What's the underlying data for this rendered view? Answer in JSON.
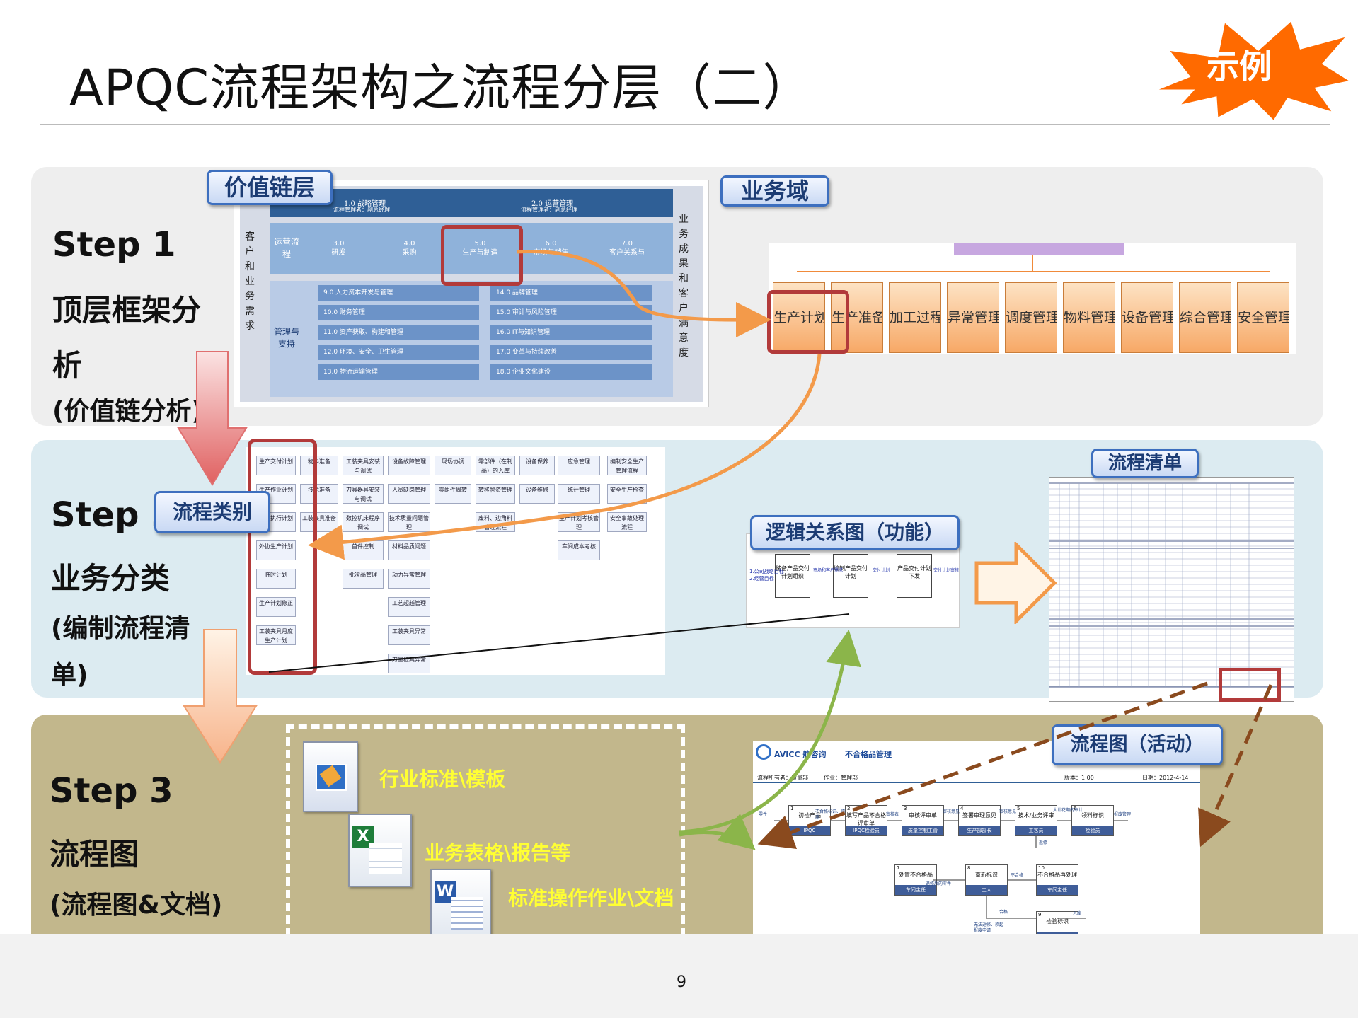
{
  "slide": {
    "title": "APQC流程架构之流程分层（二）",
    "badge": "示例",
    "page_number": "9",
    "colors": {
      "badge_fill": "#ff6a00",
      "band1": "#eeeeee",
      "band2": "#dcebf1",
      "band3": "#c2b78c",
      "arrow_orange": "#f39a4a",
      "arrow_green": "#8bb54a",
      "highlight_red": "#b23a3a"
    }
  },
  "steps": [
    {
      "heading": "Step 1",
      "sub": "顶层框架分析",
      "note": "(价值链分析)"
    },
    {
      "heading": "Step 2",
      "sub": "业务分类",
      "note": "(编制流程清单)"
    },
    {
      "heading": "Step 3",
      "sub": "流程图",
      "note": "(流程图&文档)"
    }
  ],
  "tags": {
    "value_chain": "价值链层",
    "business_domain": "业务域",
    "process_category": "流程类别",
    "logic_diagram": "逻辑关系图（功能）",
    "process_list": "流程清单",
    "process_map": "流程图（活动）"
  },
  "value_chain": {
    "left_side": "客户和业务需求",
    "right_side": "业务成果和客户满意度",
    "strategy_row": [
      {
        "label": "1.0 战略管理",
        "owner": "流程管理者：副总经理"
      },
      {
        "label": "2.0 运营管理",
        "owner": "流程管理者：副总经理"
      }
    ],
    "ops_label": "运营流程",
    "ops": [
      {
        "num": "3.0",
        "label": "研发"
      },
      {
        "num": "4.0",
        "label": "采购"
      },
      {
        "num": "5.0",
        "label": "生产与制造"
      },
      {
        "num": "6.0",
        "label": "市场与销售"
      },
      {
        "num": "7.0",
        "label": "客户关系与"
      }
    ],
    "mgmt_label": "管理与支持",
    "mgmt_left": [
      "9.0 人力资本开发与管理",
      "10.0 财务管理",
      "11.0 资产获取、构建和管理",
      "12.0 环境、安全、卫生管理",
      "13.0 物流运输管理"
    ],
    "mgmt_right": [
      "14.0 品牌管理",
      "15.0 审计与风险管理",
      "16.0 IT与知识管理",
      "17.0 变革与持续改善",
      "18.0 企业文化建设"
    ]
  },
  "domains": [
    "生产计划",
    "生产准备",
    "加工过程",
    "异常管理",
    "调度管理",
    "物料管理",
    "设备管理",
    "综合管理",
    "安全管理"
  ],
  "categories": [
    [
      "生产交付计划",
      "生产作业计划",
      "生产执行计划",
      "外协生产计划",
      "临时计划",
      "生产计划修正",
      "工装夹具月度生产计划"
    ],
    [
      "物料准备",
      "技术准备",
      "工装夹具准备"
    ],
    [
      "工装夹具安装与调试",
      "刀具器具安装与调试",
      "数控机床程序调试",
      "首件控制",
      "批次品管理"
    ],
    [
      "设备故障管理",
      "人员缺岗管理",
      "技术质量问题管理",
      "材料品质问题",
      "动力异常管理",
      "工艺超越管理",
      "工装夹具异常",
      "刀量检具异常"
    ],
    [
      "现场协调",
      "零组件周转"
    ],
    [
      "零部件（在制品）的入库",
      "转移物资管理",
      "废料、边角料管理流程"
    ],
    [
      "设备保养",
      "设备维修"
    ],
    [
      "应急管理",
      "统计管理",
      "生产计划考核管理",
      "车间成本考核"
    ],
    [
      "编制安全生产管理流程",
      "安全生产检查",
      "安全事故处理流程"
    ]
  ],
  "documents": [
    {
      "label": "行业标准\\模板",
      "icon": "template-icon"
    },
    {
      "label": "业务表格\\报告等",
      "icon": "excel-icon"
    },
    {
      "label": "标准操作作业\\文档",
      "icon": "word-icon"
    }
  ],
  "flowchart": {
    "header": "AVICC 航咨询",
    "title": "不合格品管理",
    "meta_left": "流程所有者：质量部",
    "meta_mid": "作业：管理部",
    "meta_version": "版本：1.00",
    "meta_date": "日期：2012-4-14",
    "nodes": [
      {
        "n": "1",
        "label": "初检产品",
        "role": "IPQC"
      },
      {
        "n": "2",
        "label": "填写产品不合格评审单",
        "role": "IPQC检验员"
      },
      {
        "n": "3",
        "label": "审核评审单",
        "role": "质量控制主管"
      },
      {
        "n": "4",
        "label": "签署审理意见",
        "role": "生产部部长"
      },
      {
        "n": "5",
        "label": "技术/业务评审",
        "role": "工艺员"
      },
      {
        "n": "6",
        "label": "领料标识",
        "role": "检验员"
      },
      {
        "n": "7",
        "label": "处置不合格品",
        "role": "车间主任"
      },
      {
        "n": "8",
        "label": "重新标识",
        "role": "工人"
      },
      {
        "n": "9",
        "label": "检验标识",
        "role": "检验员"
      },
      {
        "n": "10",
        "label": "不合格品再处理",
        "role": "车间主任"
      }
    ],
    "edge_labels": [
      "零件",
      "不合格标识、隔离",
      "审核表",
      "审核意见",
      "审核意见",
      "大计花期内审计",
      "报废管理",
      "返修",
      "退修后的零件",
      "不合格",
      "无法返修、须起报废申请",
      "合格",
      "入库"
    ]
  },
  "logic_diagram": {
    "nodes": [
      "储备产品交付计划组织",
      "编制产品交付计划",
      "产品交付计划下发"
    ],
    "side": [
      "1.公司战略目标",
      "2.经营目标"
    ],
    "edge_labels": [
      "市场和客户需求",
      "交付计划",
      "交付计划审核"
    ]
  }
}
